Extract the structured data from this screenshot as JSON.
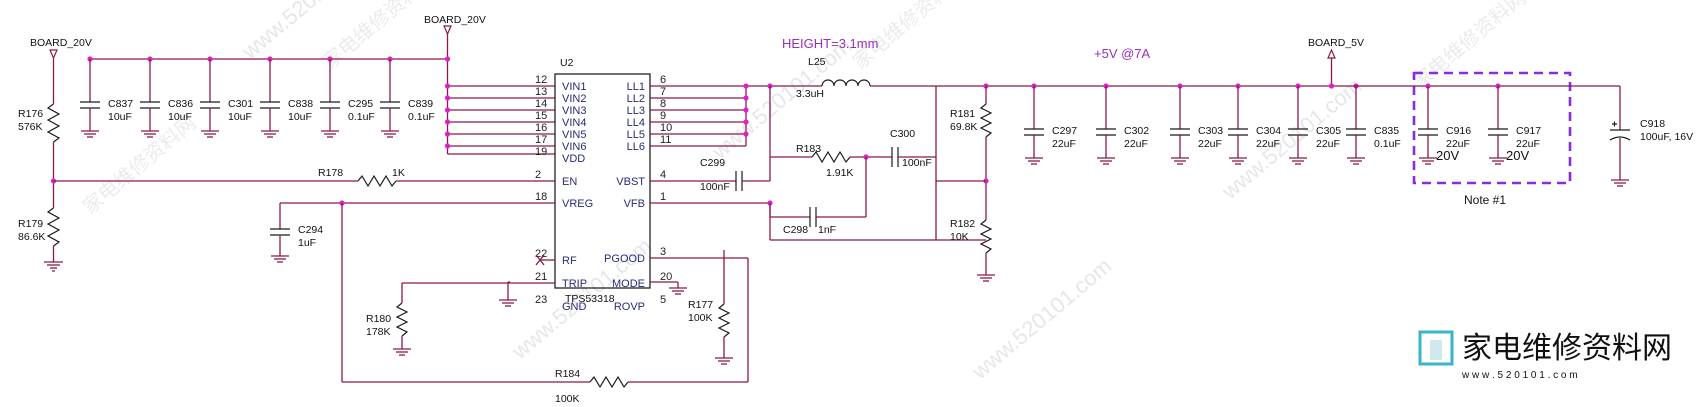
{
  "ports": {
    "board20v_left": "BOARD_20V",
    "board20v_top": "BOARD_20V",
    "board5v": "BOARD_5V"
  },
  "ic": {
    "ref": "U2",
    "part": "TPS53318",
    "left_pins": [
      {
        "num": "12",
        "name": "VIN1"
      },
      {
        "num": "13",
        "name": "VIN2"
      },
      {
        "num": "14",
        "name": "VIN3"
      },
      {
        "num": "15",
        "name": "VIN4"
      },
      {
        "num": "16",
        "name": "VIN5"
      },
      {
        "num": "17",
        "name": "VIN6"
      },
      {
        "num": "19",
        "name": "VDD"
      },
      {
        "num": "2",
        "name": "EN"
      },
      {
        "num": "18",
        "name": "VREG"
      },
      {
        "num": "22",
        "name": "RF"
      },
      {
        "num": "21",
        "name": "TRIP"
      },
      {
        "num": "23",
        "name": "GND"
      }
    ],
    "right_pins": [
      {
        "num": "6",
        "name": "LL1"
      },
      {
        "num": "7",
        "name": "LL2"
      },
      {
        "num": "8",
        "name": "LL3"
      },
      {
        "num": "9",
        "name": "LL4"
      },
      {
        "num": "10",
        "name": "LL5"
      },
      {
        "num": "11",
        "name": "LL6"
      },
      {
        "num": "4",
        "name": "VBST"
      },
      {
        "num": "1",
        "name": "VFB"
      },
      {
        "num": "3",
        "name": "PGOOD"
      },
      {
        "num": "20",
        "name": "MODE"
      },
      {
        "num": "5",
        "name": "ROVP"
      }
    ]
  },
  "input_caps": [
    {
      "ref": "C837",
      "val": "10uF"
    },
    {
      "ref": "C836",
      "val": "10uF"
    },
    {
      "ref": "C301",
      "val": "10uF"
    },
    {
      "ref": "C838",
      "val": "10uF"
    },
    {
      "ref": "C295",
      "val": "0.1uF"
    },
    {
      "ref": "C839",
      "val": "0.1uF"
    }
  ],
  "output_caps": [
    {
      "ref": "C297",
      "val": "22uF"
    },
    {
      "ref": "C302",
      "val": "22uF"
    },
    {
      "ref": "C303",
      "val": "22uF"
    },
    {
      "ref": "C304",
      "val": "22uF"
    },
    {
      "ref": "C305",
      "val": "22uF"
    },
    {
      "ref": "C835",
      "val": "0.1uF"
    }
  ],
  "note_caps": [
    {
      "ref": "C916",
      "val": "22uF",
      "rating": "20V"
    },
    {
      "ref": "C917",
      "val": "22uF",
      "rating": "20V"
    }
  ],
  "note_label": "Note #1",
  "resistors": {
    "r176": {
      "ref": "R176",
      "val": "576K"
    },
    "r179": {
      "ref": "R179",
      "val": "86.6K"
    },
    "r178": {
      "ref": "R178",
      "val": "1K"
    },
    "r180": {
      "ref": "R180",
      "val": "178K"
    },
    "r177": {
      "ref": "R177",
      "val": "100K"
    },
    "r184": {
      "ref": "R184",
      "val": "100K"
    },
    "r183": {
      "ref": "R183",
      "val": "1.91K"
    },
    "r181": {
      "ref": "R181",
      "val": "69.8K"
    },
    "r182": {
      "ref": "R182",
      "val": "10K"
    }
  },
  "caps_misc": {
    "c294": {
      "ref": "C294",
      "val": "1uF"
    },
    "c299": {
      "ref": "C299",
      "val": "100nF"
    },
    "c300": {
      "ref": "C300",
      "val": "100nF"
    },
    "c298": {
      "ref": "C298",
      "val": "1nF"
    },
    "c918": {
      "ref": "C918",
      "val": "100uF, 16V"
    }
  },
  "inductor": {
    "ref": "L25",
    "val": "3.3uH"
  },
  "annotations": {
    "height": "HEIGHT=3.1mm",
    "rail": "+5V @7A"
  },
  "watermark": {
    "brand": "家电维修资料网",
    "site": "www.520101.com",
    "small": "w w w . 5 2 0 1 0 1 . c o m"
  },
  "colors": {
    "wire": "#8b1a4a",
    "junction": "#e020c8",
    "annotation": "#9a2fb8",
    "note_box": "#8a2be2"
  }
}
